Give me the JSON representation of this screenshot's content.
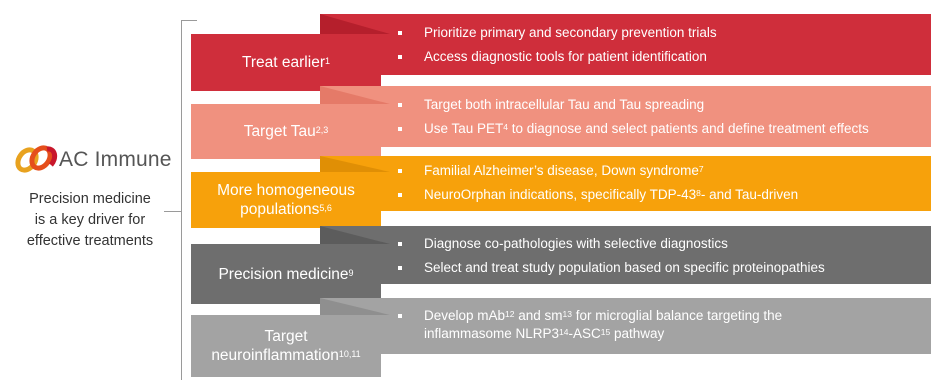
{
  "logo": {
    "text": "AC Immune",
    "colors": [
      "#e8a21f",
      "#e54e1b",
      "#c8172b"
    ]
  },
  "left_caption": [
    "Precision medicine",
    "is a key driver for",
    "effective treatments"
  ],
  "rows": [
    {
      "color": "#cf2e3b",
      "fold_color": "#b51f2c",
      "label": "Treat earlier",
      "label_sup": "1",
      "bullets": [
        {
          "text": "Prioritize primary and secondary prevention trials"
        },
        {
          "text": "Access diagnostic tools for patient identification"
        }
      ]
    },
    {
      "color": "#f0917f",
      "fold_color": "#e57a68",
      "label": "Target Tau",
      "label_sup": "2,3",
      "bullets": [
        {
          "text": "Target both intracellular Tau and Tau spreading"
        },
        {
          "pre": "Use Tau PET",
          "sup": "4",
          "post": " to diagnose and select patients and define treatment effects"
        }
      ]
    },
    {
      "color": "#f7a10b",
      "fold_color": "#e08f05",
      "label_line1": "More homogeneous",
      "label_line2": "populations",
      "label_sup": "5,6",
      "bullets": [
        {
          "pre": "Familial Alzheimer’s disease, Down syndrome",
          "sup": "7",
          "post": ""
        },
        {
          "pre": "NeuroOrphan indications, specifically TDP-43",
          "sup": "8",
          "post": "- and Tau-driven"
        }
      ]
    },
    {
      "color": "#6e6e6e",
      "fold_color": "#5c5c5c",
      "label": "Precision medicine",
      "label_sup": "9",
      "bullets": [
        {
          "text": "Diagnose co-pathologies with selective diagnostics"
        },
        {
          "text": "Select and treat study population based on specific proteinopathies"
        }
      ]
    },
    {
      "color": "#a3a3a3",
      "fold_color": "#8f8f8f",
      "label_line1": "Target",
      "label_line2": "neuroinflammation",
      "label_sup": "10,11",
      "bullets": [
        {
          "p1": "Develop mAb",
          "s1": "12",
          "p2": " and sm",
          "s2": "13",
          "p3": " for microglial balance targeting the inflammasome NLRP3",
          "s3": "14",
          "p4": "-ASC",
          "s4": "15",
          "p5": " pathway"
        }
      ]
    }
  ]
}
